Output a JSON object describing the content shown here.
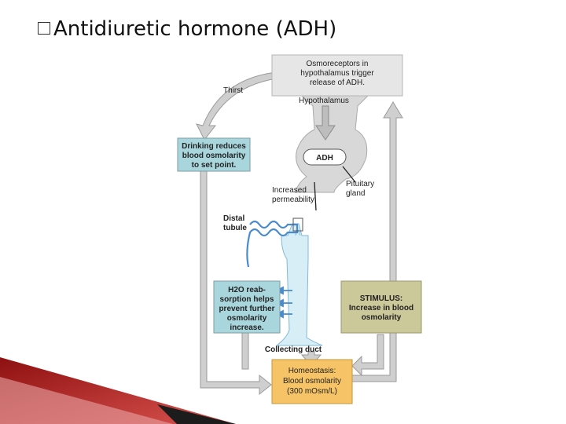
{
  "title": "Antidiuretic hormone (ADH)",
  "colors": {
    "pathway_gray": "#cfcfcf",
    "stimulus_box": "#cbc89a",
    "homeostasis_box": "#f6c466",
    "h2o_box": "#a9d6dd",
    "duct_blue": "#d8eef7",
    "arrow_blue": "#4a8bd0",
    "corner_red": "#b51c1c"
  },
  "icons": [
    "title-bullet-icon",
    "corner-decoration-icon"
  ],
  "diagram": {
    "osmoreceptors": [
      "Osmoreceptors in",
      "hypothalamus trigger",
      "release of ADH."
    ],
    "thirst": "Thirst",
    "hypothalamus": "Hypothalamus",
    "adh": "ADH",
    "drinking": [
      "Drinking reduces",
      "blood osmolarity",
      "to set point."
    ],
    "increased_permeability": [
      "Increased",
      "permeability"
    ],
    "pituitary": [
      "Pituitary",
      "gland"
    ],
    "distal_tubule": [
      "Distal",
      "tubule"
    ],
    "h2o": [
      "H2O reab-",
      "sorption helps",
      "prevent further",
      "osmolarity",
      "increase."
    ],
    "stimulus": [
      "STIMULUS:",
      "Increase in blood",
      "osmolarity"
    ],
    "collecting_duct": "Collecting duct",
    "homeostasis": [
      "Homeostasis:",
      "Blood osmolarity",
      "(300 mOsm/L)"
    ]
  }
}
